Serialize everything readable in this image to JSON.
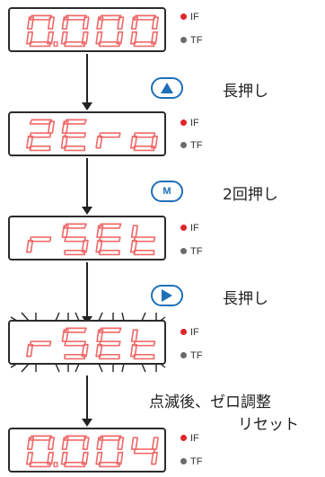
{
  "steps": [
    {
      "display": "0.000"
    },
    {
      "display": "2Ero",
      "action": {
        "button": "up",
        "icon": "up-triangle-icon",
        "label": "長押し"
      }
    },
    {
      "display": "rSEt",
      "action": {
        "button": "M",
        "icon": "m-button-icon",
        "label": "2回押し"
      }
    },
    {
      "display": "rSEt",
      "blinking": true,
      "action": {
        "button": "right",
        "icon": "right-triangle-icon",
        "label": "長押し"
      }
    },
    {
      "display": "0.004",
      "note": [
        "点滅後、ゼロ調整",
        "リセット"
      ]
    }
  ],
  "indicators": {
    "top": "IF",
    "bottom": "TF"
  },
  "colors": {
    "segment": "#ef6b6b",
    "button": "#1d6fb8",
    "if_dot": "#e0252b",
    "tf_dot": "#6a6a6a"
  }
}
